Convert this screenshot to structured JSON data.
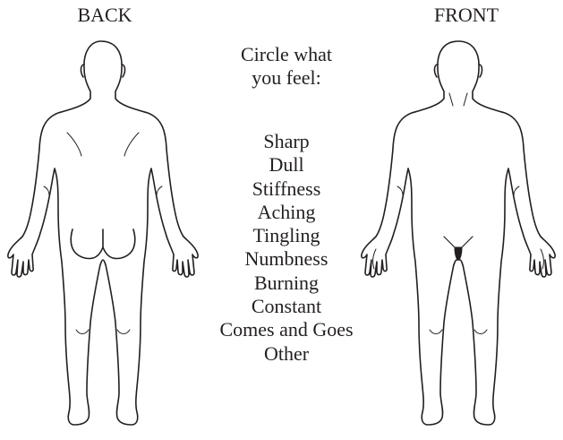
{
  "figures": {
    "back_label": "BACK",
    "front_label": "FRONT"
  },
  "prompt": {
    "line1": "Circle what",
    "line2": "you feel:"
  },
  "options": [
    "Sharp",
    "Dull",
    "Stiffness",
    "Aching",
    "Tingling",
    "Numbness",
    "Burning",
    "Constant",
    "Comes and Goes",
    "Other"
  ]
}
